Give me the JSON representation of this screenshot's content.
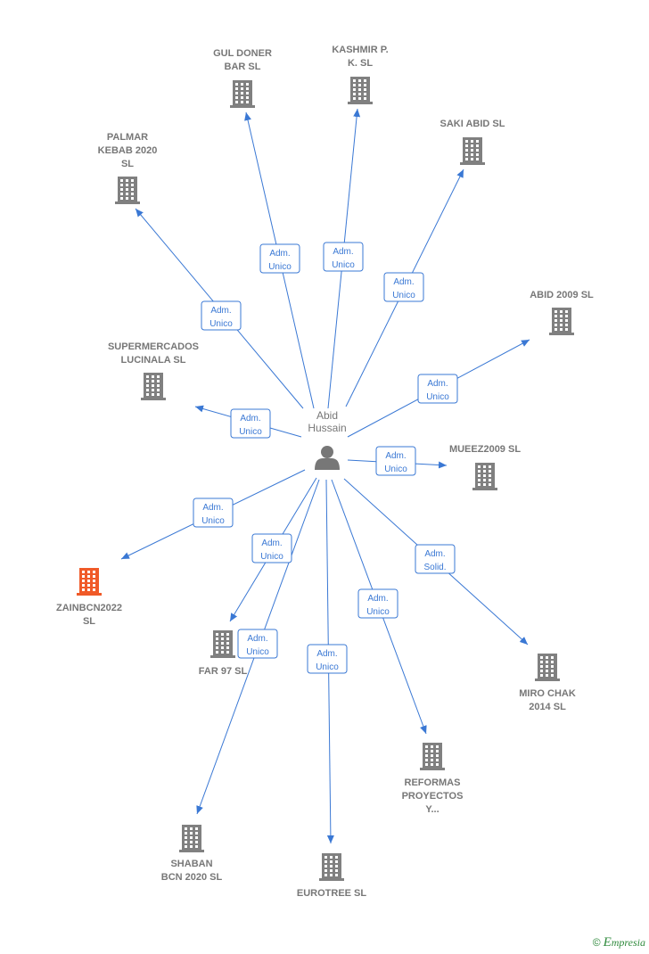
{
  "colors": {
    "edge": "#3a78d4",
    "company": "#808080",
    "focus": "#f05a28",
    "person": "#777777",
    "brand": "#2f8a3c"
  },
  "center": {
    "label": [
      "Abid",
      "Hussain"
    ],
    "icon": "person-icon"
  },
  "companies": [
    {
      "id": "gul-doner-bar",
      "label": [
        "GUL DONER",
        "BAR SL"
      ],
      "role": [
        "Adm.",
        "Unico"
      ]
    },
    {
      "id": "kashmir-pk",
      "label": [
        "KASHMIR P.",
        "K.  SL"
      ],
      "role": [
        "Adm.",
        "Unico"
      ]
    },
    {
      "id": "saki-abid",
      "label": [
        "SAKI ABID  SL"
      ],
      "role": [
        "Adm.",
        "Unico"
      ]
    },
    {
      "id": "palmar-kebab",
      "label": [
        "PALMAR",
        "KEBAB 2020",
        "SL"
      ],
      "role": [
        "Adm.",
        "Unico"
      ]
    },
    {
      "id": "abid-2009",
      "label": [
        "ABID 2009 SL"
      ],
      "role": [
        "Adm.",
        "Unico"
      ]
    },
    {
      "id": "supermercados-lucinala",
      "label": [
        "SUPERMERCADOS",
        "LUCINALA  SL"
      ],
      "role": [
        "Adm.",
        "Unico"
      ]
    },
    {
      "id": "mueez2009",
      "label": [
        "MUEEZ2009 SL"
      ],
      "role": [
        "Adm.",
        "Unico"
      ]
    },
    {
      "id": "zainbcn2022",
      "label": [
        "ZAINBCN2022",
        "SL"
      ],
      "role": [
        "Adm.",
        "Unico"
      ],
      "focus": true
    },
    {
      "id": "miro-chak",
      "label": [
        "MIRO CHAK",
        "2014  SL"
      ],
      "role": [
        "Adm.",
        "Solid."
      ]
    },
    {
      "id": "far-97",
      "label": [
        "FAR 97  SL"
      ],
      "role": [
        "Adm.",
        "Unico"
      ]
    },
    {
      "id": "reformas-proyectos",
      "label": [
        "REFORMAS",
        "PROYECTOS",
        "Y..."
      ],
      "role": [
        "Adm.",
        "Unico"
      ]
    },
    {
      "id": "shaban-bcn",
      "label": [
        "SHABAN",
        "BCN 2020  SL"
      ],
      "role": [
        "Adm.",
        "Unico"
      ]
    },
    {
      "id": "eurotree",
      "label": [
        "EUROTREE  SL"
      ],
      "role": [
        "Adm.",
        "Unico"
      ]
    }
  ],
  "footer": {
    "copyright": "©",
    "brand_initial": "E",
    "brand_rest": "mpresia"
  }
}
